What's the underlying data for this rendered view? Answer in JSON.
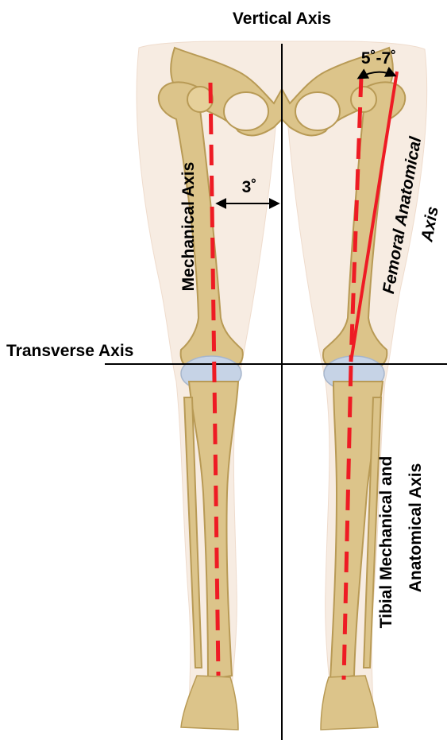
{
  "labels": {
    "vertical_axis": "Vertical Axis",
    "transverse_axis": "Transverse Axis",
    "mechanical_axis": "Mechanical Axis",
    "femoral_anatomical_line1": "Femoral Anatomical",
    "femoral_anatomical_line2": "Axis",
    "tibial_line1": "Tibial Mechanical and",
    "tibial_line2": "Anatomical Axis",
    "angle_mech_vertical": "3˚",
    "angle_femoral": "5˚-7˚"
  },
  "colors": {
    "axis_red": "#ee1b24",
    "axis_black": "#000000",
    "bone": "#dcc48a",
    "bone_shadow": "#b89a55",
    "skin": "#f7ece2",
    "cartilage": "#c6d3e6"
  },
  "icons": {
    "angle_arrow": "double-headed-arrow",
    "angle_arc": "curved-double-arrow"
  }
}
